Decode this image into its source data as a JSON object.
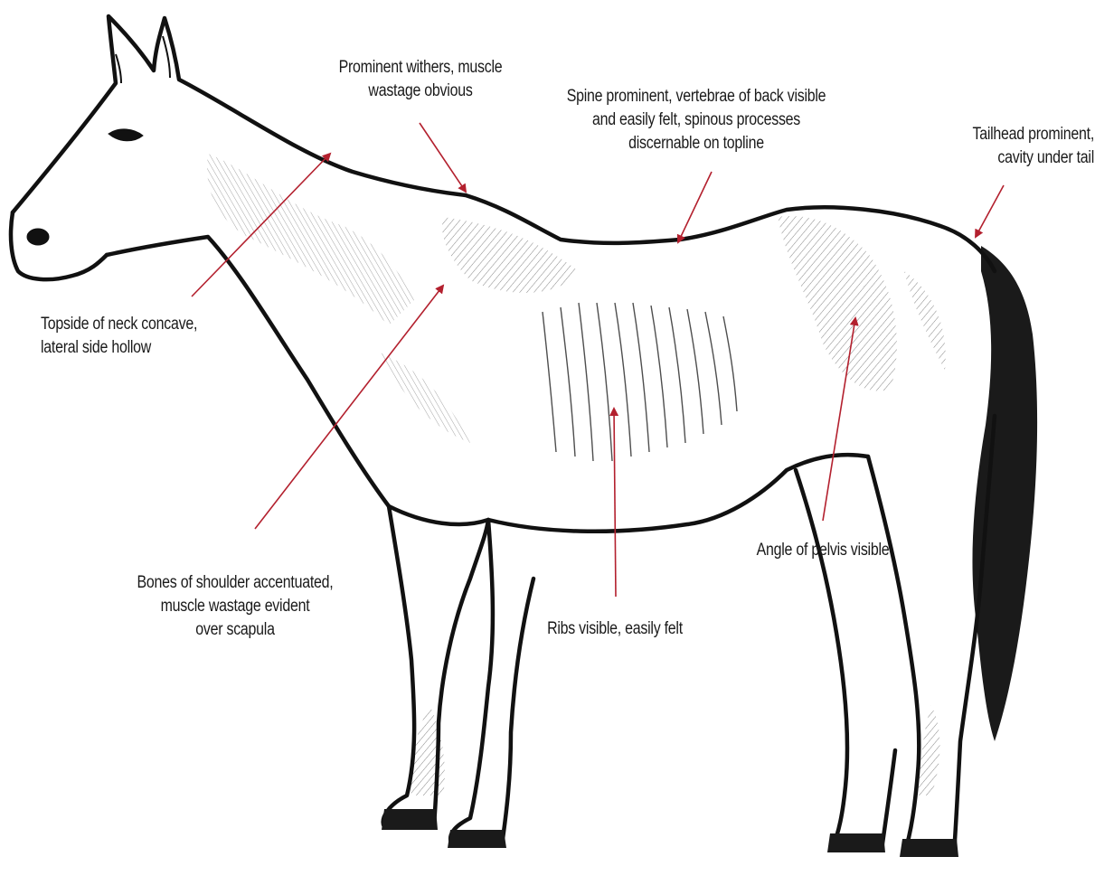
{
  "colors": {
    "arrow": "#b3202e",
    "ink": "#111111",
    "tail": "#1a1a1a",
    "text": "#1a1a1a"
  },
  "labels": {
    "withers": [
      "Prominent withers, muscle",
      "wastage obvious"
    ],
    "spine": [
      "Spine prominent, vertebrae of back visible",
      "and easily felt, spinous processes",
      "discernable on topline"
    ],
    "tailhead": [
      "Tailhead prominent,",
      "cavity under tail"
    ],
    "neck": [
      "Topside of neck concave,",
      "lateral side hollow"
    ],
    "shoulder": [
      "Bones of shoulder accentuated,",
      "muscle wastage evident",
      "over scapula"
    ],
    "ribs": [
      "Ribs visible, easily felt"
    ],
    "pelvis": [
      "Angle of pelvis visible"
    ]
  }
}
